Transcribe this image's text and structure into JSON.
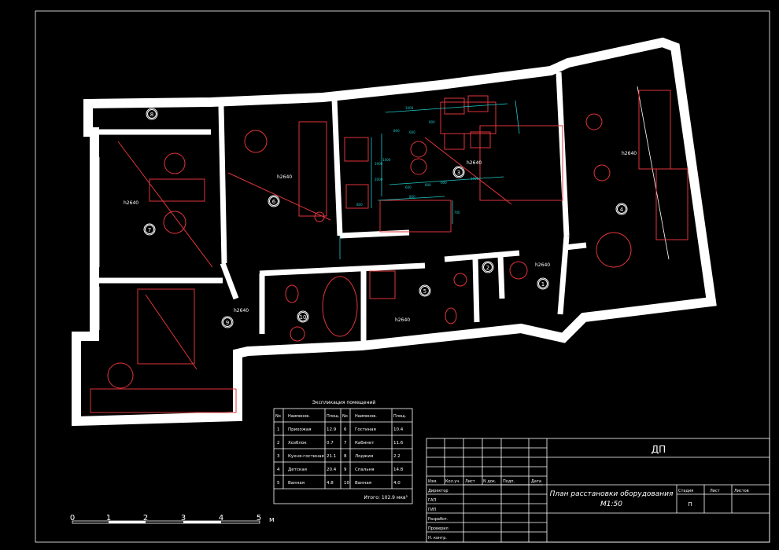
{
  "plan": {
    "rooms": [
      {
        "number": "1"
      },
      {
        "number": "2"
      },
      {
        "number": "3"
      },
      {
        "number": "4"
      },
      {
        "number": "5"
      },
      {
        "number": "6"
      },
      {
        "number": "7"
      },
      {
        "number": "8"
      },
      {
        "number": "9"
      },
      {
        "number": "10"
      }
    ],
    "height_label": "h2640",
    "dimensions": [
      "1000",
      "800",
      "600",
      "800",
      "600",
      "800",
      "1000",
      "800",
      "600",
      "1900",
      "1400",
      "2000",
      "600",
      "700"
    ]
  },
  "explication": {
    "title": "Экспликация помещений",
    "headers": [
      "No",
      "Наименов.",
      "Площ.",
      "No",
      "Наименов.",
      "Площ."
    ],
    "rows": [
      [
        "1",
        "Прихожая",
        "12.9",
        "6",
        "Гостиная",
        "10.4"
      ],
      [
        "2",
        "Хозблок",
        "0.7",
        "7",
        "Кабинет",
        "11.6"
      ],
      [
        "3",
        "Кухня-гостиная",
        "21.1",
        "8",
        "Лоджия",
        "2.2"
      ],
      [
        "4",
        "Детская",
        "20.4",
        "9",
        "Спальня",
        "14.8"
      ],
      [
        "5",
        "Ванная",
        "4.8",
        "10",
        "Ванная",
        "4.0"
      ]
    ],
    "total": "Итого: 102.9 мкв²"
  },
  "scale_bar": {
    "labels": [
      "0",
      "1",
      "2",
      "3",
      "4",
      "5"
    ],
    "unit": "м"
  },
  "title_block": {
    "code": "ДП",
    "column_headers": [
      "Изм.",
      "Кол.уч.",
      "Лист",
      "N док.",
      "Подп.",
      "Дата"
    ],
    "roles": [
      "Директор",
      "ГАП",
      "ГИП",
      "Разработ.",
      "Проверил",
      "Н. контр."
    ],
    "sheet_title": "План расстановки оборудования",
    "scale": "М1:50",
    "stage_header": "Стадия",
    "sheet_header": "Лист",
    "sheets_header": "Листов",
    "stage_value": "П"
  },
  "colors": {
    "background": "#000000",
    "walls": "#ffffff",
    "furniture": "#e0353a",
    "dimensions": "#1fc8c8"
  }
}
